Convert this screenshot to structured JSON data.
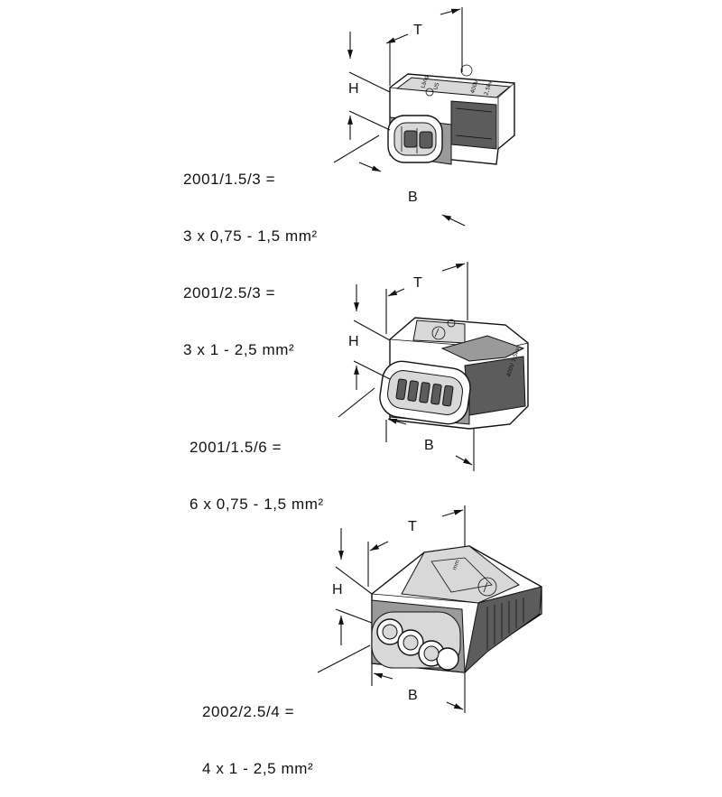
{
  "connectors": [
    {
      "spec_lines": [
        "2001/1.5/3 =",
        "3 x 0,75 - 1,5 mm²",
        "2001/2.5/3 =",
        "3 x 1 - 2,5 mm²"
      ],
      "dims": {
        "t": "T",
        "h": "H",
        "b": "B"
      }
    },
    {
      "spec_lines": [
        "2001/1.5/6 =",
        "6 x 0,75 - 1,5 mm²"
      ],
      "dims": {
        "t": "T",
        "h": "H",
        "b": "B"
      }
    },
    {
      "spec_lines": [
        "2002/2.5/4 =",
        "4 x 1 - 2,5 mm²"
      ],
      "dims": {
        "t": "T",
        "h": "H",
        "b": "B"
      }
    }
  ]
}
